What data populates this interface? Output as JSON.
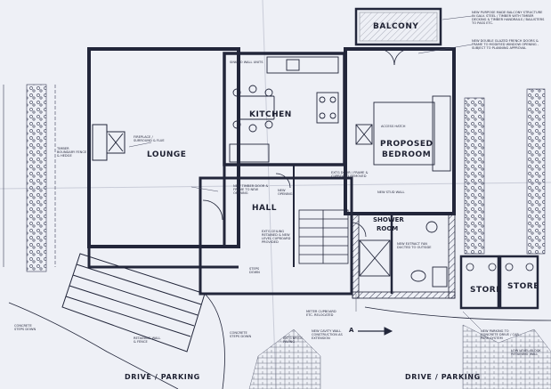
{
  "rooms": {
    "balcony": "BALCONY",
    "kitchen": "KITCHEN",
    "lounge": "LOUNGE",
    "bedroom_line1": "PROPOSED",
    "bedroom_line2": "BEDROOM",
    "hall": "HALL",
    "shower_line1": "SHOWER",
    "shower_line2": "ROOM",
    "store_left": "STORE",
    "store_right": "STORE"
  },
  "areas": {
    "drive_left": "DRIVE / PARKING",
    "drive_right": "DRIVE / PARKING"
  },
  "marks": {
    "section": "A"
  },
  "notes": {
    "balcony": "NEW PURPOSE MADE BALCONY STRUCTURE IN GALV. STEEL / TIMBER WITH TIMBER DECKING & TIMBER HANDRAILS / BALUSTERS TO PASS ETC.",
    "french_doors": "NEW DOUBLE GLAZED FRENCH DOORS & FRAME TO MODIFIED WINDOW OPENING - SUBJECT TO PLANNING APPROVAL",
    "sink_wall": "SINK TO WALL UNITS",
    "fireplace": "FIREPLACE / SURROUND & FLUE",
    "access_hatch": "ACCESS HATCH",
    "timber_door": "NEW TIMBER DOOR & FRAME TO NEW OPENING",
    "new_opening": "NEW OPENING",
    "cupboard_doors": "EXTG DOOR / FRAME & CUPBOARD REMOVED",
    "stud_wall": "NEW STUD WALL",
    "ceiling_removed": "EXTG CEILING RETAINED & NEW LEVEL CUPBOARD PROVIDED",
    "stairs_down": "STEPS DOWN",
    "concrete_steps": "CONCRETE STEPS DOWN",
    "boundary": "TIMBER BOUNDARY FENCE & HEDGE",
    "retaining_wall": "RETAINING WALL & FENCE",
    "meter": "METER CUPBOARD ETC. RELOCATED",
    "cavity_wall": "NEW CAVITY WALL CONSTRUCTION AS EXTENSION",
    "new_parking": "NEW PARKING TO CONCRETE DRIVE / CAR PARK SYSTEM",
    "brick_paving": "EXTG BRICK PAVING",
    "rear_wall": "LOW LEVEL BLOCK RETAINING WALL",
    "extraction": "NEW EXTRACT FAN DUCTED TO OUTSIDE",
    "ws_steps": "CONCRETE STEPS DOWN"
  }
}
